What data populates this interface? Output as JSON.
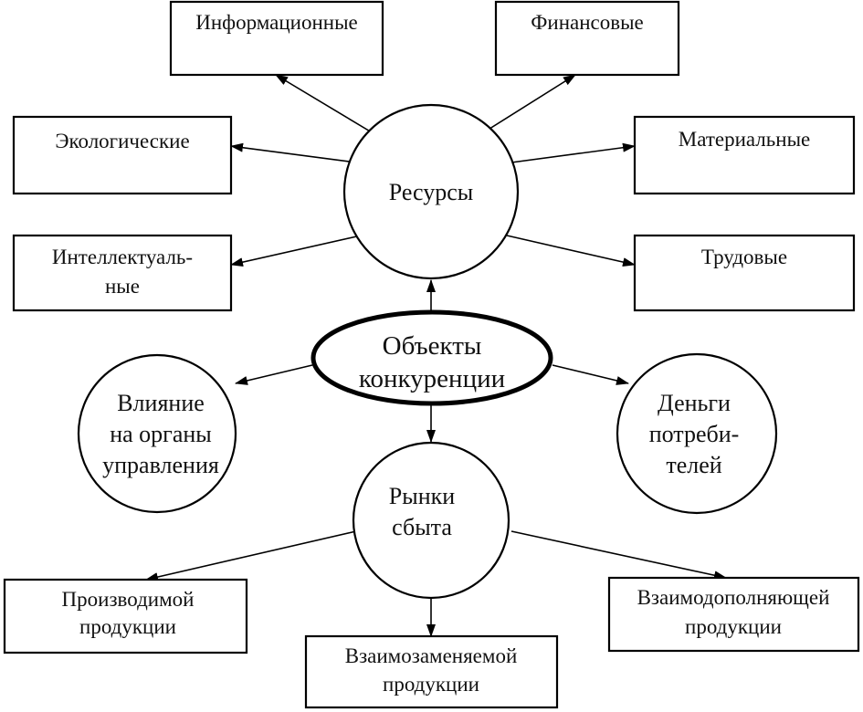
{
  "diagram": {
    "center": {
      "line1": "Объекты",
      "line2": "конкуренции"
    },
    "resources": {
      "label": "Ресурсы",
      "items": {
        "informational": "Информационные",
        "financial": "Финансовые",
        "ecological": "Экологические",
        "material": "Материальные",
        "intellectual_line1": "Интеллектуаль-",
        "intellectual_line2": "ные",
        "labor": "Трудовые"
      }
    },
    "influence": {
      "line1": "Влияние",
      "line2": "на органы",
      "line3": "управления"
    },
    "consumer_money": {
      "line1": "Деньги",
      "line2": "потреби-",
      "line3": "телей"
    },
    "markets": {
      "line1": "Рынки",
      "line2": "сбыта",
      "items": {
        "produced_line1": "Производимой",
        "produced_line2": "продукции",
        "substitute_line1": "Взаимозаменяемой",
        "substitute_line2": "продукции",
        "complementary_line1": "Взаимодополняющей",
        "complementary_line2": "продукции"
      }
    }
  }
}
